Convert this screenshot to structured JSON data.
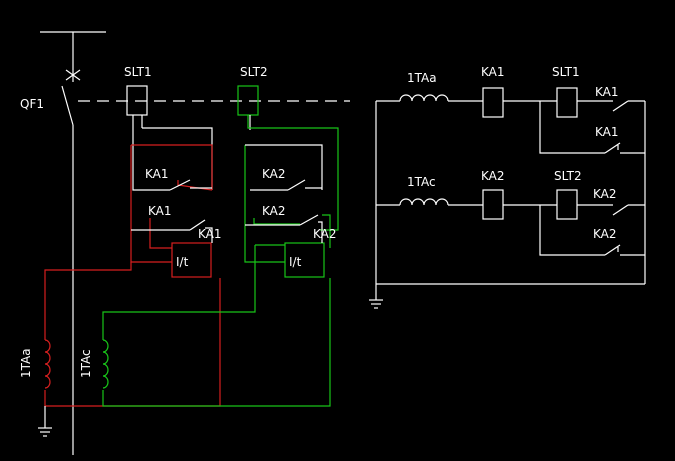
{
  "colors": {
    "background": "#000000",
    "wire": "#ffffff",
    "red_circuit": "#d61f1f",
    "green_circuit": "#18c418"
  },
  "labels": {
    "qf1": "QF1",
    "slt1": "SLT1",
    "slt2": "SLT2",
    "ka1_top": "KA1",
    "ka1_mid": "KA1",
    "ka1_low": "KA1",
    "ka2_top": "KA2",
    "ka2_mid": "KA2",
    "ka2_low": "KA2",
    "relay1": "I/t",
    "relay2": "I/t",
    "ta_a": "1TAa",
    "ta_c": "1TAc",
    "r_1taa": "1TAa",
    "r_ka1_coil": "KA1",
    "r_slt1": "SLT1",
    "r_ka1_c1": "KA1",
    "r_ka1_c2": "KA1",
    "r_1tac": "1TAc",
    "r_ka2_coil": "KA2",
    "r_slt2": "SLT2",
    "r_ka2_c1": "KA2",
    "r_ka2_c2": "KA2"
  }
}
